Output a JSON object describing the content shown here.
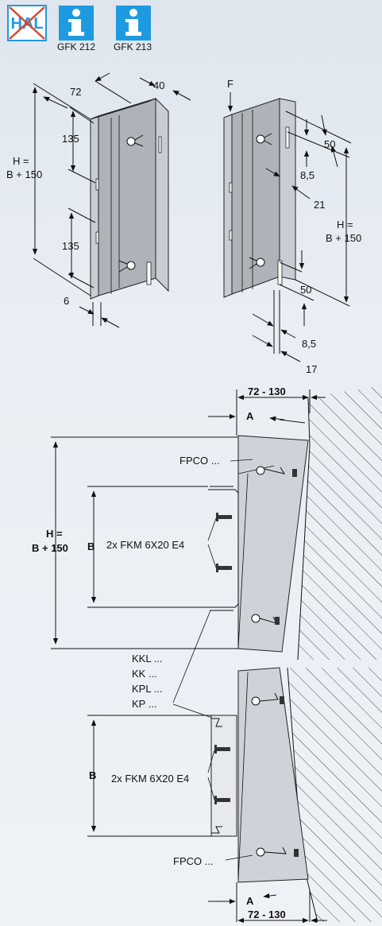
{
  "icons": {
    "hal_icon": "hal-crossed-icon",
    "info_icon": "info-icon",
    "hal_text": "HAL",
    "info_captions": [
      "GFK 212",
      "GFK 213"
    ],
    "accent_color": "#1e9ae0",
    "cross_color": "#d9462b"
  },
  "top_left": {
    "dim_72": "72",
    "dim_40": "40",
    "dim_135_top": "135",
    "dim_135_bottom": "135",
    "dim_h_line1": "H =",
    "dim_h_line2": "B + 150",
    "dim_6": "6"
  },
  "top_right": {
    "label_f": "F",
    "dim_50_top": "50",
    "dim_8_5_top": "8,5",
    "dim_21": "21",
    "dim_h_line1": "H =",
    "dim_h_line2": "B + 150",
    "dim_50_bottom": "50",
    "dim_8_5_bottom": "8,5",
    "dim_17": "17"
  },
  "section": {
    "dim_range_top": "72 - 130",
    "dim_a_top": "A",
    "label_fpco_top": "FPCO ...",
    "dim_h_line1": "H =",
    "dim_h_line2": "B + 150",
    "dim_b_top": "B",
    "screw_label_top": "2x FKM 6X20 E4",
    "channel_labels": [
      "KKL ...",
      "KK ...",
      "KPL ...",
      "KP ..."
    ],
    "dim_b_bottom": "B",
    "screw_label_bottom": "2x FKM 6X20 E4",
    "label_fpco_bottom": "FPCO ...",
    "dim_a_bottom": "A",
    "dim_range_bottom": "72 - 130"
  }
}
